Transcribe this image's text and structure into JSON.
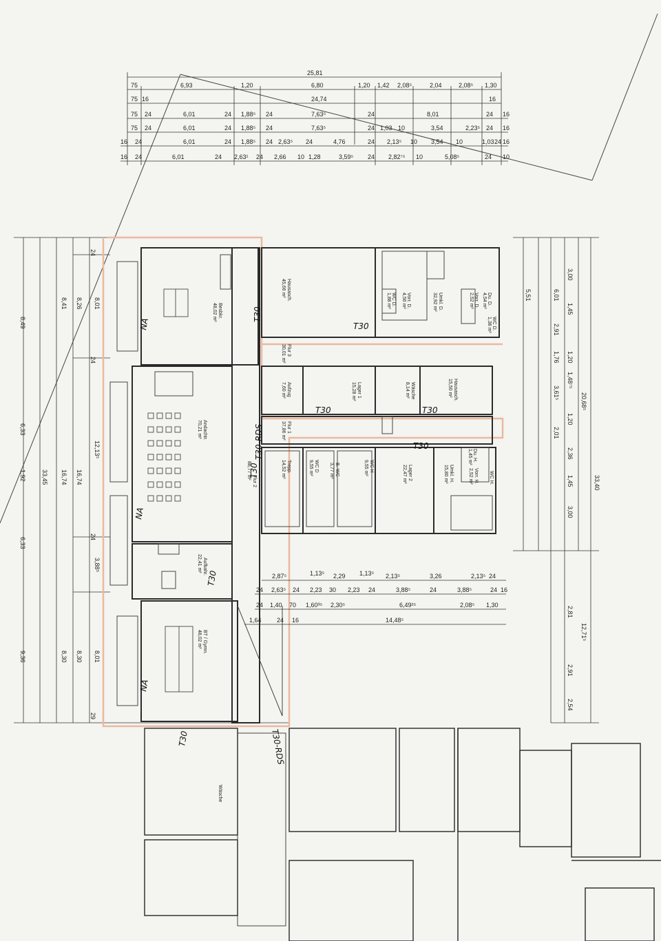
{
  "plan": {
    "top_dims": [
      {
        "row": 0,
        "values": [
          "25,81"
        ]
      },
      {
        "row": 1,
        "values": [
          "75",
          "6,93",
          "1,20",
          "6,80",
          "1,20",
          "1,42",
          "2,08⁵",
          "2,04",
          "2,08⁵",
          "1,30"
        ]
      },
      {
        "row": 2,
        "values": [
          "75",
          "16",
          "24,74",
          "16"
        ]
      },
      {
        "row": 3,
        "values": [
          "75",
          "24",
          "6,01",
          "24",
          "1,88⁵",
          "24",
          "7,63⁵",
          "24",
          "8,01",
          "24",
          "16"
        ]
      },
      {
        "row": 4,
        "values": [
          "75",
          "24",
          "6,01",
          "24",
          "1,88⁵",
          "24",
          "7,63⁵",
          "24",
          "1,03",
          "10",
          "3,54",
          "2,23⁵",
          "24",
          "16"
        ]
      },
      {
        "row": 5,
        "values": [
          "16",
          "24",
          "6,01",
          "24",
          "1,88⁵",
          "24",
          "2,63⁵",
          "24",
          "4,76",
          "24",
          "2,13⁵",
          "10",
          "3,54",
          "10",
          "1,03",
          "24",
          "16"
        ]
      },
      {
        "row": 6,
        "values": [
          "16",
          "24",
          "6,01",
          "24",
          "2,63¹",
          "24",
          "2,66",
          "10",
          "1,28",
          "3,59⁵",
          "24",
          "2,82⁷⁵",
          "10",
          "5,08⁵",
          "24",
          "10"
        ]
      }
    ],
    "left_dims": [
      "8,49",
      "8,41",
      "8,26",
      "8,01",
      "6,33",
      "12,13⁵",
      "1,92",
      "33,45",
      "16,74",
      "16,74",
      "6,33",
      "3,88⁵",
      "9,36",
      "8,30",
      "8,30",
      "8,01",
      "29",
      "24",
      "24",
      "24"
    ],
    "right_dims": [
      "3,00",
      "1,45",
      "3,61⁵",
      "2,01",
      "1,20",
      "1,48⁷⁵",
      "1,20",
      "2,36",
      "1,45",
      "3,00",
      "5,51",
      "6,01",
      "2,91",
      "1,76",
      "20,68⁵",
      "33,40",
      "2,81",
      "12,71⁵",
      "2,91",
      "2,54"
    ],
    "mid_dims": [
      {
        "row": 0,
        "values": [
          "2,87⁵",
          "1,13⁵",
          "2,29",
          "1,13⁵",
          "2,13⁵",
          "3,26",
          "2,13⁵",
          "24"
        ]
      },
      {
        "row": 1,
        "values": [
          "24",
          "2,63⁵",
          "24",
          "2,23",
          "30",
          "2,23",
          "24",
          "3,88⁵",
          "24",
          "3,88⁵",
          "24",
          "16"
        ]
      },
      {
        "row": 2,
        "values": [
          "24",
          "1,40",
          "70",
          "1,60³⁵",
          "2,30⁵",
          "6,49²⁵",
          "2,08⁵",
          "1,30"
        ]
      },
      {
        "row": 3,
        "values": [
          "1,64",
          "24",
          "16",
          "14,48⁵"
        ]
      }
    ],
    "rooms": [
      {
        "id": "besprechung",
        "name": "Besbkr.",
        "area": "48,02 m²"
      },
      {
        "id": "hausaschl-top",
        "name": "Hausasch.",
        "area": "45,66 m²"
      },
      {
        "id": "umkl-d",
        "name": "Umkl. D.",
        "area": "32,92 m²"
      },
      {
        "id": "vorr-d",
        "name": "Vorr. D.",
        "area": "4,56 m²"
      },
      {
        "id": "du-d",
        "name": "Du. D.",
        "area": "4,54 m²"
      },
      {
        "id": "wc-d-small",
        "name": "WC D.",
        "area": "1,88 m²"
      },
      {
        "id": "vorr-d2",
        "name": "Vorr. D.",
        "area": "2,52 m²"
      },
      {
        "id": "wc-d2",
        "name": "WC D.",
        "area": "1,38 m²"
      },
      {
        "id": "flur3",
        "name": "Flur 3",
        "area": "30,01 m²"
      },
      {
        "id": "aufzug",
        "name": "Aufzug",
        "area": "7,60 m²"
      },
      {
        "id": "lager1",
        "name": "Lager 1",
        "area": "15,28 m²"
      },
      {
        "id": "waesche",
        "name": "Wäsche",
        "area": "8,14 m²"
      },
      {
        "id": "hausaschl2",
        "name": "Hausasch.",
        "area": "15,50 m²"
      },
      {
        "id": "andacht",
        "name": "Andachtr.",
        "area": "70,21 m²"
      },
      {
        "id": "flur1",
        "name": "Flur 1",
        "area": "37,86 m²"
      },
      {
        "id": "flur2",
        "name": "Flur 2",
        "area": "88,77 m²"
      },
      {
        "id": "treppe",
        "name": "Trepp.",
        "area": "14,52 m²"
      },
      {
        "id": "wc-d",
        "name": "WC D",
        "area": "9,55 m²"
      },
      {
        "id": "b-wc",
        "name": "B.-WC",
        "area": "3,77 m²"
      },
      {
        "id": "wc-h",
        "name": "WC H",
        "area": "9,55 m²"
      },
      {
        "id": "lager2",
        "name": "Lager 2",
        "area": "22,47 m²"
      },
      {
        "id": "umkl-h",
        "name": "Umkl. H.",
        "area": "15,80 m²"
      },
      {
        "id": "du-h",
        "name": "Du. H.",
        "area": "1,45 m²"
      },
      {
        "id": "vorr-h",
        "name": "Vorr. H.",
        "area": "2,52 m²"
      },
      {
        "id": "wc-h2",
        "name": "WC H.",
        "area": ""
      },
      {
        "id": "aufbahr",
        "name": "Aufbahr.",
        "area": "22,41 m²"
      },
      {
        "id": "bt-gymn",
        "name": "BT / Gymn.",
        "area": "48,02 m²"
      },
      {
        "id": "waesche-ext",
        "name": "Wäsche",
        "area": ""
      }
    ],
    "handwritten": [
      "NA",
      "T30",
      "T30",
      "T30",
      "T30",
      "T30",
      "T30-RDS",
      "NA",
      "T30",
      "NA",
      "T30-RDS",
      "T30",
      "T30"
    ],
    "colors": {
      "line": "#333333",
      "highlight": "#e9b9a0",
      "paper": "#f4f4f1"
    }
  }
}
